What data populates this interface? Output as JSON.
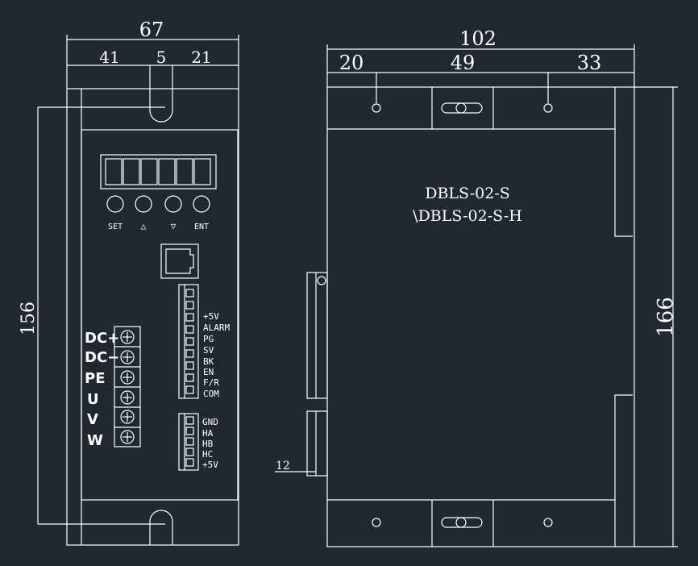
{
  "colors": {
    "background": "#212830",
    "line": "#ffffff"
  },
  "front_view": {
    "dims": {
      "overall_width": "67",
      "left": "41",
      "slot": "5",
      "right": "21",
      "height": "156"
    },
    "buttons": [
      "SET",
      "△",
      "▽",
      "ENT"
    ],
    "power_terminals": [
      "DC+",
      "DC−",
      "PE",
      "U",
      "V",
      "W"
    ],
    "signal_terminals": [
      "+5V",
      "ALARM",
      "PG",
      "SV",
      "BK",
      "EN",
      "F/R",
      "COM"
    ],
    "hall_terminals": [
      "GND",
      "HA",
      "HB",
      "HC",
      "+5V"
    ]
  },
  "side_view": {
    "dims": {
      "overall_width": "102",
      "left": "20",
      "middle": "49",
      "right": "33",
      "height": "166",
      "terminal_offset": "12"
    },
    "model_line1": "DBLS-02-S",
    "model_line2": "\\DBLS-02-S-H"
  }
}
